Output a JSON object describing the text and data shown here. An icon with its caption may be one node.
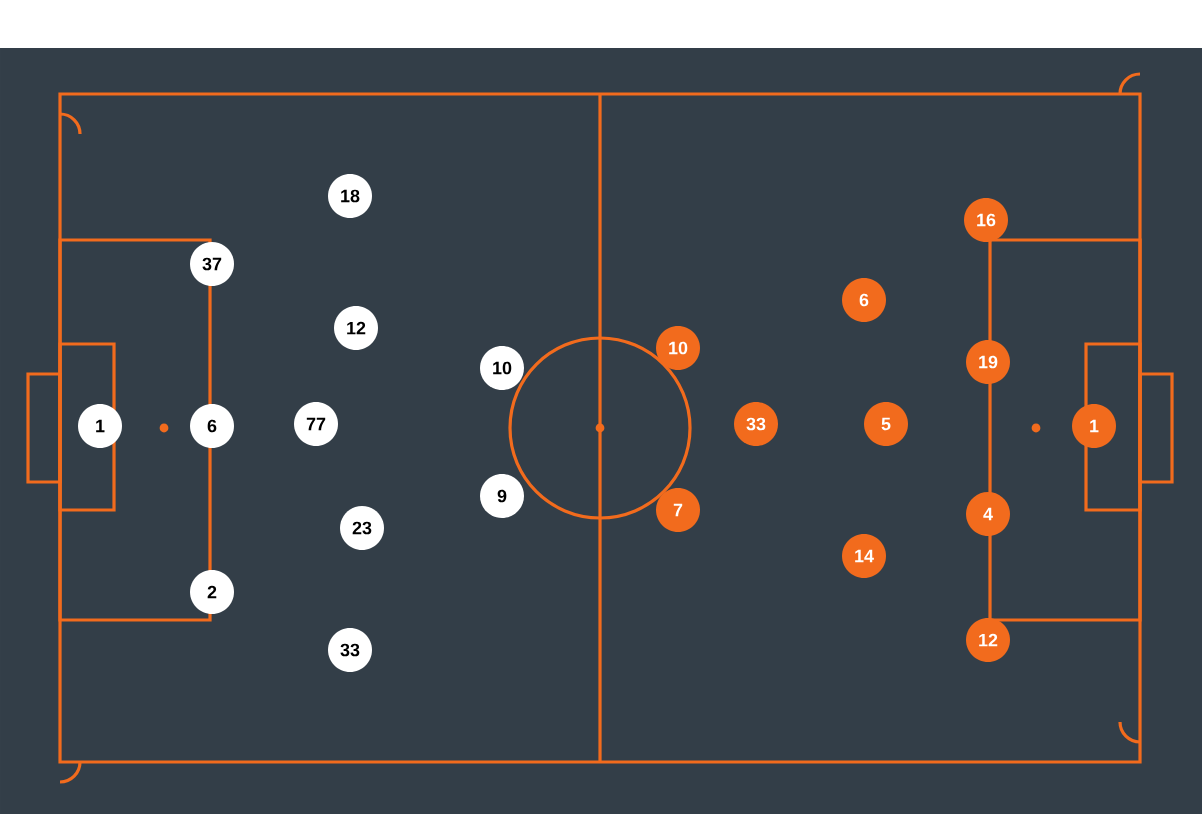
{
  "diagram": {
    "nodes": [
      {
        "text": [
          "18"
        ]
      },
      {
        "text": [
          "16"
        ]
      },
      {
        "text": [
          "37"
        ]
      },
      {
        "text": [
          "6"
        ]
      },
      {
        "text": [
          "12"
        ]
      },
      {
        "text": [
          "10"
        ]
      },
      {
        "text": [
          "19"
        ]
      },
      {
        "text": [
          "10"
        ]
      },
      {
        "text": [
          "1"
        ]
      },
      {
        "text": [
          "6"
        ]
      },
      {
        "text": [
          "77"
        ]
      },
      {
        "text": [
          "33"
        ]
      },
      {
        "text": [
          "5"
        ]
      },
      {
        "text": [
          "1"
        ]
      },
      {
        "text": [
          "9"
        ]
      },
      {
        "text": [
          "7"
        ]
      },
      {
        "text": [
          "4"
        ]
      },
      {
        "text": [
          "23"
        ]
      },
      {
        "text": [
          "14"
        ]
      },
      {
        "text": [
          "2"
        ]
      },
      {
        "text": [
          "12"
        ]
      },
      {
        "text": [
          "33"
        ]
      }
    ]
  }
}
